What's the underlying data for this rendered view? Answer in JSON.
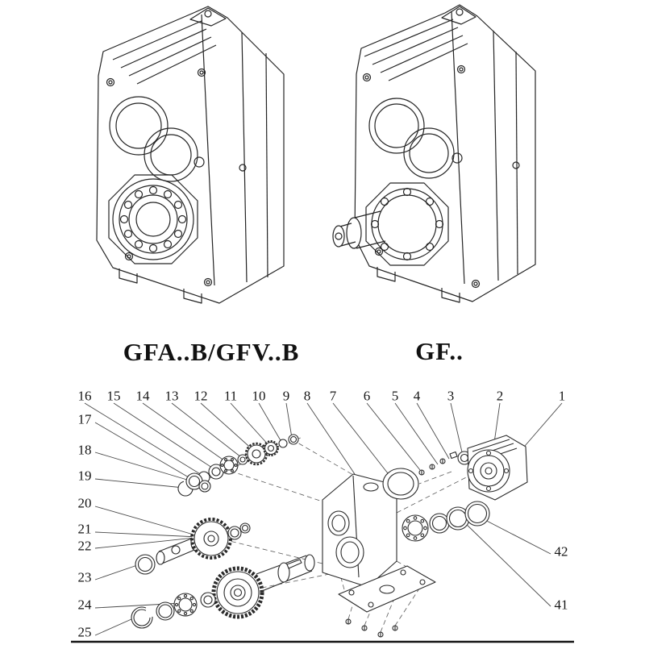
{
  "ink": "#242424",
  "models": {
    "left_label": "GFA..B/GFV..B",
    "right_label": "GF.."
  },
  "exploded": {
    "top_numbers": [
      "16",
      "15",
      "14",
      "13",
      "12",
      "11",
      "10",
      "9",
      "8",
      "7",
      "6",
      "5",
      "4",
      "3",
      "2",
      "1"
    ],
    "left_numbers": [
      "17",
      "18",
      "19",
      "20",
      "21",
      "22",
      "23",
      "24",
      "25"
    ],
    "right_numbers": [
      "42",
      "41"
    ]
  }
}
